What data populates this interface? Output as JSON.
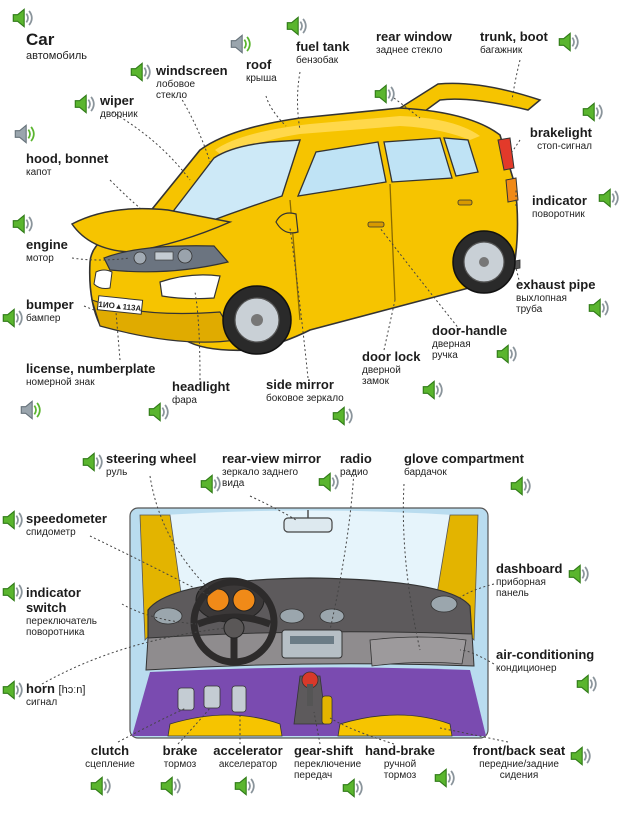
{
  "title": {
    "en": "Car",
    "ru": "автомобиль"
  },
  "colors": {
    "car_body": "#f6c400",
    "car_shadow": "#d89a00",
    "speaker_green": "#5ab52e",
    "speaker_gray": "#8d979e",
    "frame_blue": "#b9dcef"
  },
  "exterior_labels": [
    {
      "id": "windscreen",
      "en": "windscreen",
      "ru": [
        "лобовое",
        "стекло"
      ]
    },
    {
      "id": "roof",
      "en": "roof",
      "ru": [
        "крыша"
      ]
    },
    {
      "id": "fuel-tank",
      "en": "fuel tank",
      "ru": [
        "бензобак"
      ]
    },
    {
      "id": "rear-window",
      "en": "rear window",
      "ru": [
        "заднее стекло"
      ]
    },
    {
      "id": "trunk",
      "en": "trunk, boot",
      "ru": [
        "багажник"
      ]
    },
    {
      "id": "wiper",
      "en": "wiper",
      "ru": [
        "дворник"
      ]
    },
    {
      "id": "brakelight",
      "en": "brakelight",
      "ru": [
        "стоп-сигнал"
      ]
    },
    {
      "id": "hood",
      "en": "hood, bonnet",
      "ru": [
        "капот"
      ]
    },
    {
      "id": "indicator",
      "en": "indicator",
      "ru": [
        "поворотник"
      ]
    },
    {
      "id": "engine",
      "en": "engine",
      "ru": [
        "мотор"
      ]
    },
    {
      "id": "exhaust-pipe",
      "en": "exhaust pipe",
      "ru": [
        "выхлопная",
        "труба"
      ]
    },
    {
      "id": "bumper",
      "en": "bumper",
      "ru": [
        "бампер"
      ]
    },
    {
      "id": "door-handle",
      "en": "door-handle",
      "ru": [
        "дверная",
        "ручка"
      ]
    },
    {
      "id": "license-plate",
      "en": "license, numberplate",
      "ru": [
        "номерной знак"
      ]
    },
    {
      "id": "door-lock",
      "en": "door lock",
      "ru": [
        "дверной",
        "замок"
      ]
    },
    {
      "id": "headlight",
      "en": "headlight",
      "ru": [
        "фара"
      ]
    },
    {
      "id": "side-mirror",
      "en": "side mirror",
      "ru": [
        "боковое зеркало"
      ]
    }
  ],
  "interior_labels": [
    {
      "id": "steering-wheel",
      "en": "steering wheel",
      "ru": [
        "руль"
      ]
    },
    {
      "id": "rear-view-mirror",
      "en": "rear-view mirror",
      "ru": [
        "зеркало заднего",
        "вида"
      ]
    },
    {
      "id": "radio",
      "en": "radio",
      "ru": [
        "радио"
      ]
    },
    {
      "id": "glove-compartment",
      "en": "glove compartment",
      "ru": [
        "бардачок"
      ]
    },
    {
      "id": "speedometer",
      "en": "speedometer",
      "ru": [
        "спидометр"
      ]
    },
    {
      "id": "dashboard",
      "en": "dashboard",
      "ru": [
        "приборная",
        "панель"
      ]
    },
    {
      "id": "indicator-switch",
      "en": "indicator",
      "en2": "switch",
      "ru": [
        "переключатель",
        "поворотника"
      ]
    },
    {
      "id": "air-conditioning",
      "en": "air-conditioning",
      "ru": [
        "кондиционер"
      ]
    },
    {
      "id": "horn",
      "en": "horn",
      "transcription": "[hɔːn]",
      "ru": [
        "сигнал"
      ]
    },
    {
      "id": "clutch",
      "en": "clutch",
      "ru": [
        "сцепление"
      ]
    },
    {
      "id": "brake",
      "en": "brake",
      "ru": [
        "тормоз"
      ]
    },
    {
      "id": "accelerator",
      "en": "accelerator",
      "ru": [
        "акселератор"
      ]
    },
    {
      "id": "gear-shift",
      "en": "gear-shift",
      "ru": [
        "переключение",
        "передач"
      ]
    },
    {
      "id": "hand-brake",
      "en": "hand-brake",
      "ru": [
        "ручной",
        "тормоз"
      ]
    },
    {
      "id": "seat",
      "en": "front/back seat",
      "ru": [
        "передние/задние",
        "сидения"
      ]
    }
  ],
  "license_plate_text": "1ИО▲113А"
}
